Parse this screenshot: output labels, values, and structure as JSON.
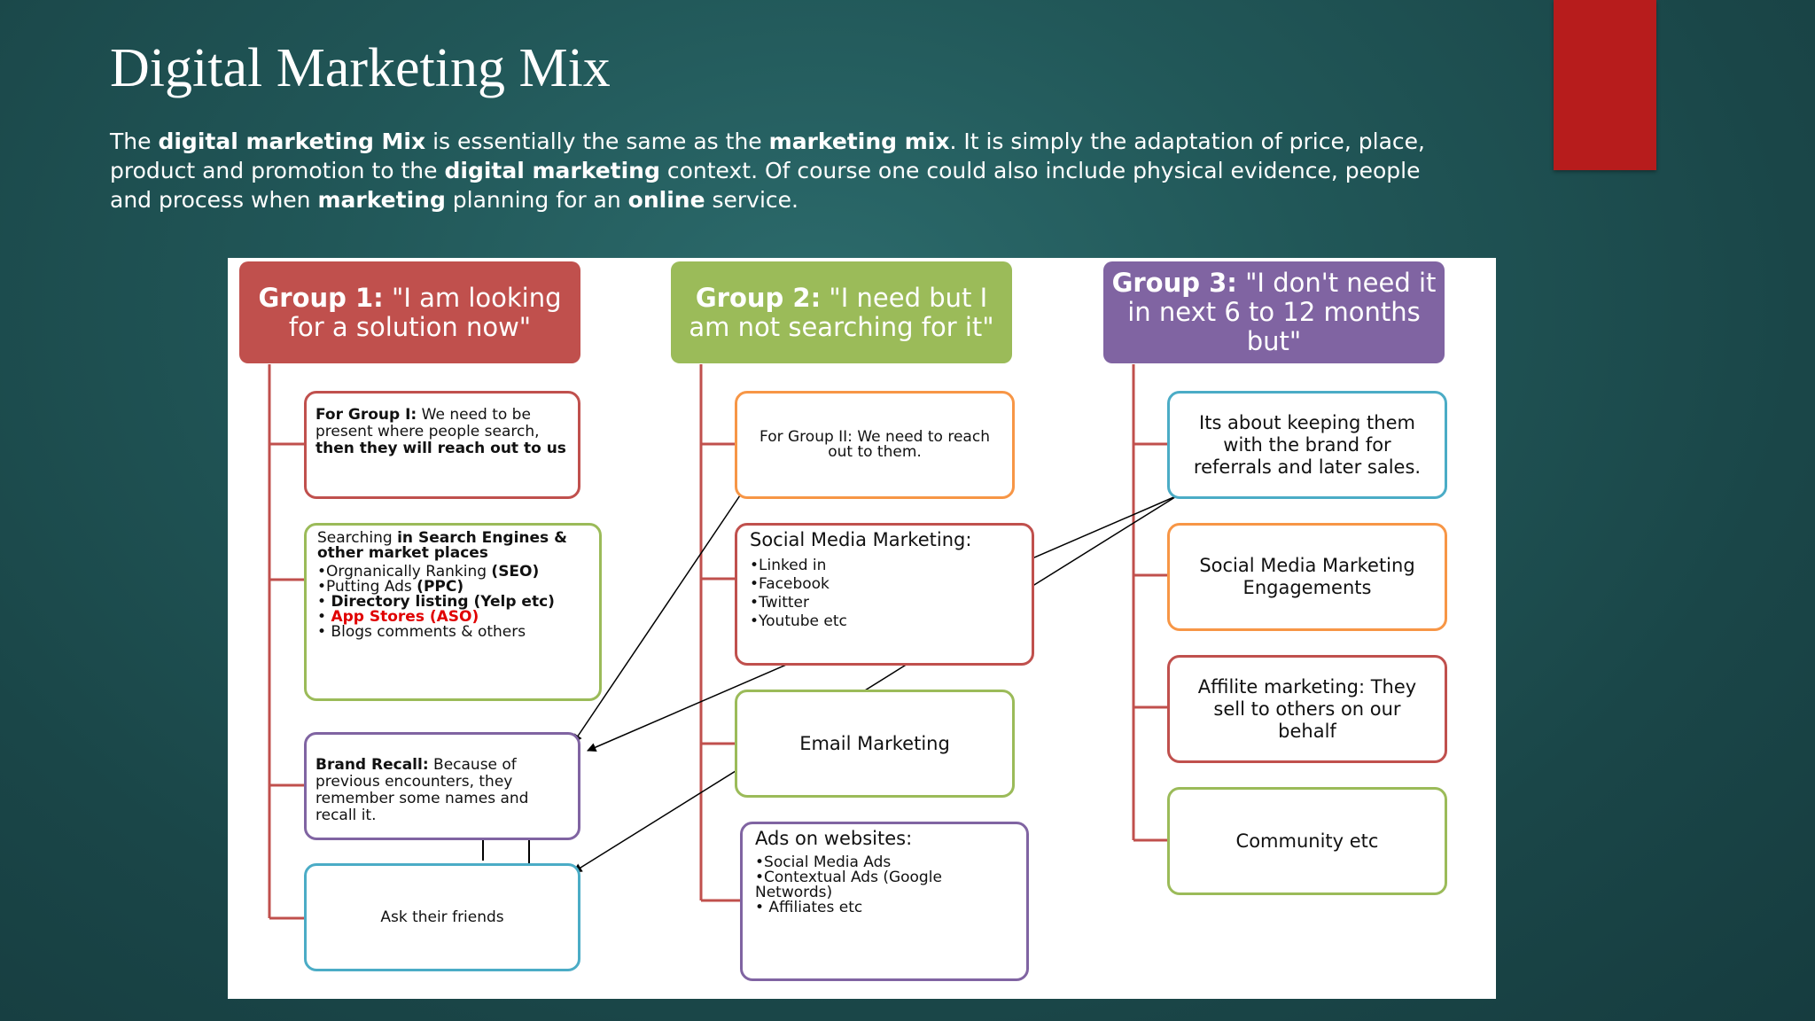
{
  "slide": {
    "title": "Digital Marketing Mix",
    "intro": [
      {
        "text": "The ",
        "bold": false
      },
      {
        "text": "digital marketing Mix",
        "bold": true
      },
      {
        "text": " is essentially the same as the ",
        "bold": false
      },
      {
        "text": "marketing mix",
        "bold": true
      },
      {
        "text": ". It is simply the adaptation of price, place, product and promotion to the ",
        "bold": false
      },
      {
        "text": "digital marketing",
        "bold": true
      },
      {
        "text": " context. Of course one could also include physical evidence, people and process when ",
        "bold": false
      },
      {
        "text": "marketing",
        "bold": true
      },
      {
        "text": " planning for an ",
        "bold": false
      },
      {
        "text": "online",
        "bold": true
      },
      {
        "text": " service.",
        "bold": false
      }
    ],
    "accent_color": "#b71c1c"
  },
  "diagram": {
    "groups": [
      {
        "label": "Group 1:",
        "quote": "\"I am looking for a solution now\"",
        "color": "#c0504d"
      },
      {
        "label": "Group 2:",
        "quote": "\"I need but I am not searching for it\"",
        "color": "#9bbb59"
      },
      {
        "label": "Group 3:",
        "quote": "\"I don't need it in next 6 to 12 months but\"",
        "color": "#8064a2"
      }
    ],
    "group1": {
      "box1": {
        "lead": "For Group I:",
        "mid": " We need to be present where people search, ",
        "bold1": "then",
        "bold2": " they will reach out to us"
      },
      "box2": {
        "lead": "Searching ",
        "lead_bold": "in Search Engines & other market places",
        "items": [
          {
            "pre": "•Orgnanically Ranking ",
            "bold": "(SEO)",
            "red": false
          },
          {
            "pre": "•Putting Ads ",
            "bold": "(PPC)",
            "red": false
          },
          {
            "pre": "• ",
            "bold": "Directory listing (Yelp etc)",
            "red": false
          },
          {
            "pre": "• ",
            "bold": "App Stores (ASO)",
            "red": true
          },
          {
            "pre": "• Blogs comments & others",
            "bold": "",
            "red": false
          }
        ]
      },
      "box3": {
        "lead": "Brand Recall:",
        "body": " Because of previous encounters, they remember some names and recall it."
      },
      "box4": {
        "text": "Ask their friends"
      }
    },
    "group2": {
      "box1": {
        "text": "For Group II: We need to reach out to them."
      },
      "box2": {
        "title": "Social Media Marketing:",
        "items": [
          "•Linked in",
          "•Facebook",
          "•Twitter",
          "•Youtube etc"
        ]
      },
      "box3": {
        "text": "Email Marketing"
      },
      "box4": {
        "title": "Ads on websites:",
        "items": [
          "•Social Media Ads",
          "•Contextual Ads (Google Networds)",
          "• Affiliates etc"
        ]
      }
    },
    "group3": {
      "box1": {
        "text": "Its about keeping them with the brand for referrals and later sales."
      },
      "box2": {
        "text": "Social Media Marketing Engagements"
      },
      "box3": {
        "text": "Affilite marketing: They sell to others on our behalf"
      },
      "box4": {
        "text": "Community etc"
      }
    },
    "colors": {
      "red": "#c0504d",
      "green": "#9bbb59",
      "purple": "#8064a2",
      "orange": "#f79646",
      "teal": "#4bacc6",
      "connector": "#c0504d"
    }
  }
}
